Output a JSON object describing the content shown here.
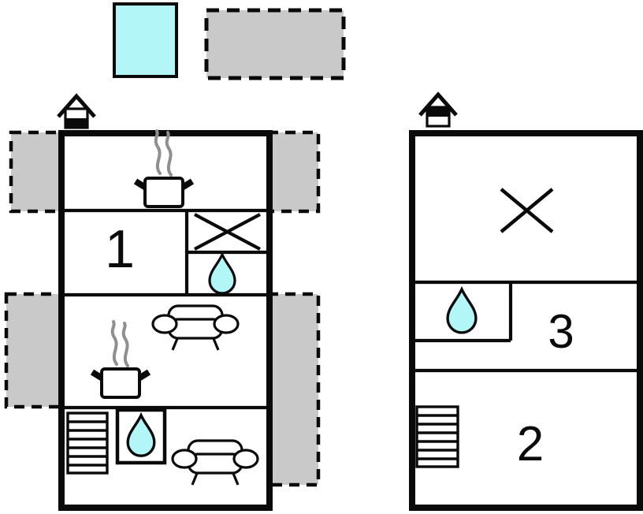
{
  "colors": {
    "water": "#b2f6f8",
    "terrace": "#c9c9c9",
    "wall": "#0a0a0a",
    "steam": "#8f8f8f",
    "background": "#ffffff"
  },
  "legend": {
    "swatches": [
      {
        "name": "water-swatch",
        "color": "#b2f6f8",
        "border_style": "solid"
      },
      {
        "name": "terrace-swatch",
        "color": "#c9c9c9",
        "border_style": "dashed"
      }
    ]
  },
  "buildings": [
    {
      "name": "left-unit",
      "rooms": [
        {
          "label": "1"
        }
      ],
      "icons": [
        "chimney-icon",
        "cooking-pot-icon",
        "cooking-pot-icon",
        "cross-icon",
        "water-drop-icon",
        "water-drop-icon",
        "sofa-icon",
        "sofa-icon",
        "stairs-icon"
      ],
      "terrace_count": 4
    },
    {
      "name": "right-unit",
      "rooms": [
        {
          "label": "3"
        },
        {
          "label": "2"
        }
      ],
      "icons": [
        "chimney-icon",
        "cross-icon",
        "water-drop-icon",
        "stairs-icon"
      ],
      "terrace_count": 0
    }
  ]
}
